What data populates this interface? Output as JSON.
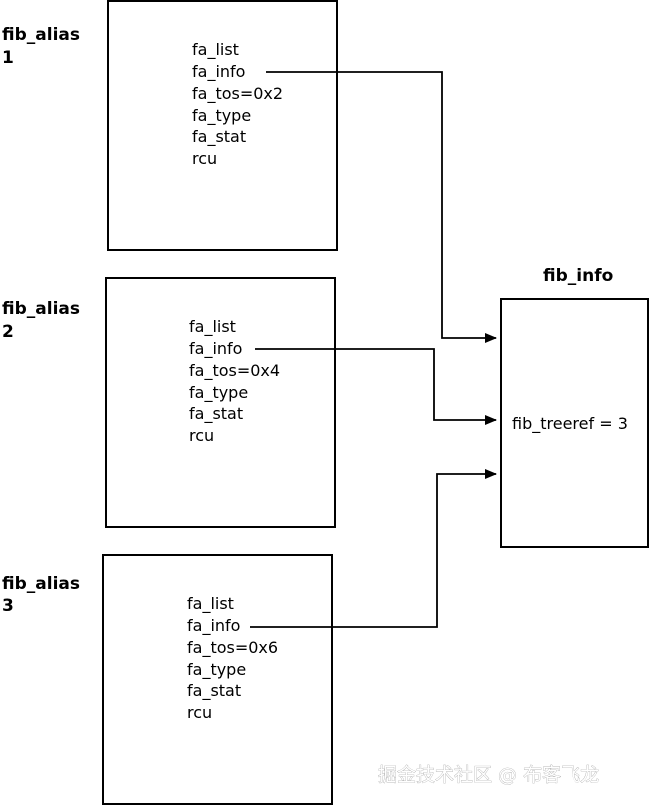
{
  "aliases": [
    {
      "title_line1": "fib_alias",
      "title_line2": "1",
      "fields": [
        "fa_list",
        "fa_info",
        "fa_tos=0x2",
        "fa_type",
        "fa_stat",
        "rcu"
      ]
    },
    {
      "title_line1": "fib_alias",
      "title_line2": "2",
      "fields": [
        "fa_list",
        "fa_info",
        "fa_tos=0x4",
        "fa_type",
        "fa_stat",
        "rcu"
      ]
    },
    {
      "title_line1": "fib_alias",
      "title_line2": "3",
      "fields": [
        "fa_list",
        "fa_info",
        "fa_tos=0x6",
        "fa_type",
        "fa_stat",
        "rcu"
      ]
    }
  ],
  "info": {
    "title": "fib_info",
    "field": "fib_treeref = 3"
  },
  "watermark": "掘金技术社区 @ 布客飞龙"
}
